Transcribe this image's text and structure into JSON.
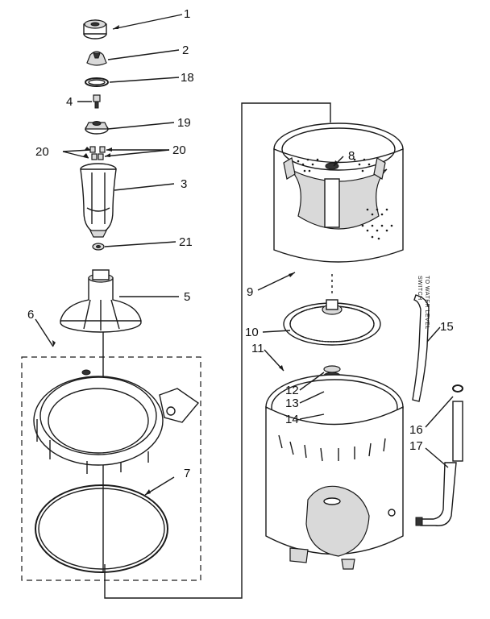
{
  "diagram": {
    "callouts": [
      {
        "id": "c1",
        "text": "1"
      },
      {
        "id": "c2",
        "text": "2"
      },
      {
        "id": "c18",
        "text": "18"
      },
      {
        "id": "c4",
        "text": "4"
      },
      {
        "id": "c19",
        "text": "19"
      },
      {
        "id": "c20a",
        "text": "20"
      },
      {
        "id": "c20b",
        "text": "20"
      },
      {
        "id": "c3",
        "text": "3"
      },
      {
        "id": "c21",
        "text": "21"
      },
      {
        "id": "c5",
        "text": "5"
      },
      {
        "id": "c6",
        "text": "6"
      },
      {
        "id": "c7",
        "text": "7"
      },
      {
        "id": "c8",
        "text": "8"
      },
      {
        "id": "c9",
        "text": "9"
      },
      {
        "id": "c10",
        "text": "10"
      },
      {
        "id": "c11",
        "text": "11"
      },
      {
        "id": "c12",
        "text": "12"
      },
      {
        "id": "c13",
        "text": "13"
      },
      {
        "id": "c14",
        "text": "14"
      },
      {
        "id": "c15",
        "text": "15"
      },
      {
        "id": "c16",
        "text": "16"
      },
      {
        "id": "c17",
        "text": "17"
      }
    ],
    "hose_note_line1": "TO WATER LEVEL",
    "hose_note_line2": "SWITCH"
  }
}
